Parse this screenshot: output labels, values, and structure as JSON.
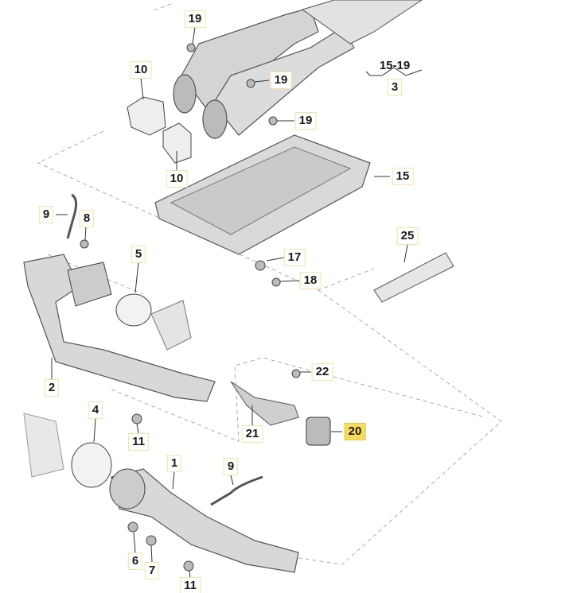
{
  "title": "Exhaust system parts diagram",
  "highlight_color": "#f6dc5e",
  "labels": {
    "p19a": "19",
    "p10a": "10",
    "p19b": "19",
    "p15_19": "15-19",
    "p3": "3",
    "p19c": "19",
    "p10b": "10",
    "p15": "15",
    "p9a": "9",
    "p8": "8",
    "p5": "5",
    "p17": "17",
    "p18": "18",
    "p25": "25",
    "p2": "2",
    "p22": "22",
    "p4": "4",
    "p21": "21",
    "p20": "20",
    "p11a": "11",
    "p1": "1",
    "p9b": "9",
    "p6": "6",
    "p7": "7",
    "p11b": "11"
  }
}
